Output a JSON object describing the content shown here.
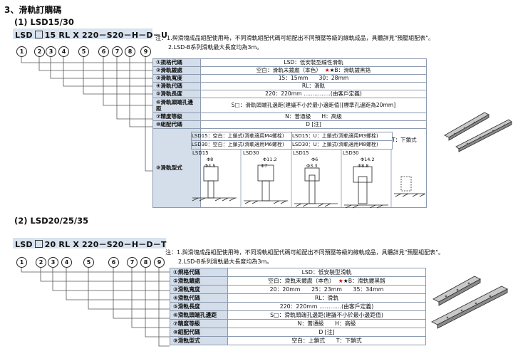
{
  "heading": "3、滑軌訂購碼",
  "s1": {
    "subtitle": "(1) LSD15/30",
    "code_a": "LSD",
    "code_b": "15 RL X 220－S20－H－D－U",
    "note1": "注：1.與滑塊成品組配使用時，不同滑軌組配代碼可組配出不同預壓等級的線軌成品，具體詳見\"預壓組配表\"。",
    "note2": "2.LSD-B系列滑軌最大長度均為3m。",
    "circles": [
      "1",
      "2",
      "3",
      "4",
      "5",
      "6",
      "7",
      "8",
      "9"
    ],
    "rows": [
      {
        "label": "①規格代碼",
        "value": "LSD：低安裝型線性滑軌"
      },
      {
        "label": "②滑軌鍍處",
        "value": "空白：滑軌未鍍處（本色）",
        "star": "★B：滑軌鍍黑鉻"
      },
      {
        "label": "③滑軌寬度",
        "value": "15：15mm　　30：28mm"
      },
      {
        "label": "④滑軌代碼",
        "value": "RL：滑軌"
      },
      {
        "label": "⑤滑軌長度",
        "value": "220：220mm ……………(由客戶定義)"
      },
      {
        "label": "⑥滑軌頭端孔邊距",
        "value": "S□：滑軌頭端孔邊距(建議不小於最小邊距值)[標準孔邊距為20mm]"
      },
      {
        "label": "⑦精度等級",
        "value": "N：普通級　　H：高級"
      },
      {
        "label": "⑧組配代碼",
        "value": "D [注]"
      },
      {
        "label": "⑨滑軌型式",
        "value": ""
      }
    ],
    "type_cells": {
      "a1": "LSD15：空白：上鎖式(滑軌適用M4螺栓)",
      "a2": "LSD15：U：上鎖式(滑軌適用M3螺栓)",
      "b1": "LSD30：空白：上鎖式(滑軌適用M6螺栓)",
      "b2": "LSD30：U：上鎖式(滑軌適用M8螺栓)",
      "t": "T：下鎖式",
      "d1": "LSD15",
      "d2": "LSD30",
      "d3": "LSD15",
      "d4": "LSD30",
      "dim1a": "Φ8",
      "dim1b": "Φ4.5",
      "dim2a": "Φ11.2",
      "dim2b": "Φ7",
      "dim3a": "Φ6",
      "dim3b": "Φ3.3",
      "dim4a": "Φ14.2",
      "dim4b": "Φ8.8"
    }
  },
  "s2": {
    "subtitle": "(2) LSD20/25/35",
    "code_a": "LSD",
    "code_b": "20 RL X 220－S20－H－D－T",
    "note1": "注：1.與滑塊成品組配使用時，不同滑軌組配代碼可組配出不同預壓等級的線軌成品，具體詳見\"預壓組配表\"。",
    "note2": "2.LSD-B系列滑軌最大長度均為3m。",
    "circles": [
      "1",
      "2",
      "3",
      "4",
      "5",
      "6",
      "7",
      "8",
      "9"
    ],
    "rows": [
      {
        "label": "①規格代碼",
        "value": "LSD：低安裝型滑軌"
      },
      {
        "label": "②滑軌鍍處",
        "value": "空白：滑軌未鍍處（本色）",
        "star": "★B：滑軌鍍黑鉻"
      },
      {
        "label": "③滑軌寬度",
        "value": "20：20mm　　25：23mm　　35：34mm"
      },
      {
        "label": "④滑軌代碼",
        "value": "RL：滑軌"
      },
      {
        "label": "⑤滑軌長度",
        "value": "220：220mm …………(由客戶定義)"
      },
      {
        "label": "⑥滑軌頭端孔邊距",
        "value": "S□：滑軌頭端孔邊距(建議不小於最小邊距值)"
      },
      {
        "label": "⑦精度等級",
        "value": "N：普通級　　H：高級"
      },
      {
        "label": "⑧組配代碼",
        "value": "D [注]"
      },
      {
        "label": "⑨滑軌型式",
        "value": "空白：上鎖式　　T：下鎖式"
      }
    ]
  }
}
